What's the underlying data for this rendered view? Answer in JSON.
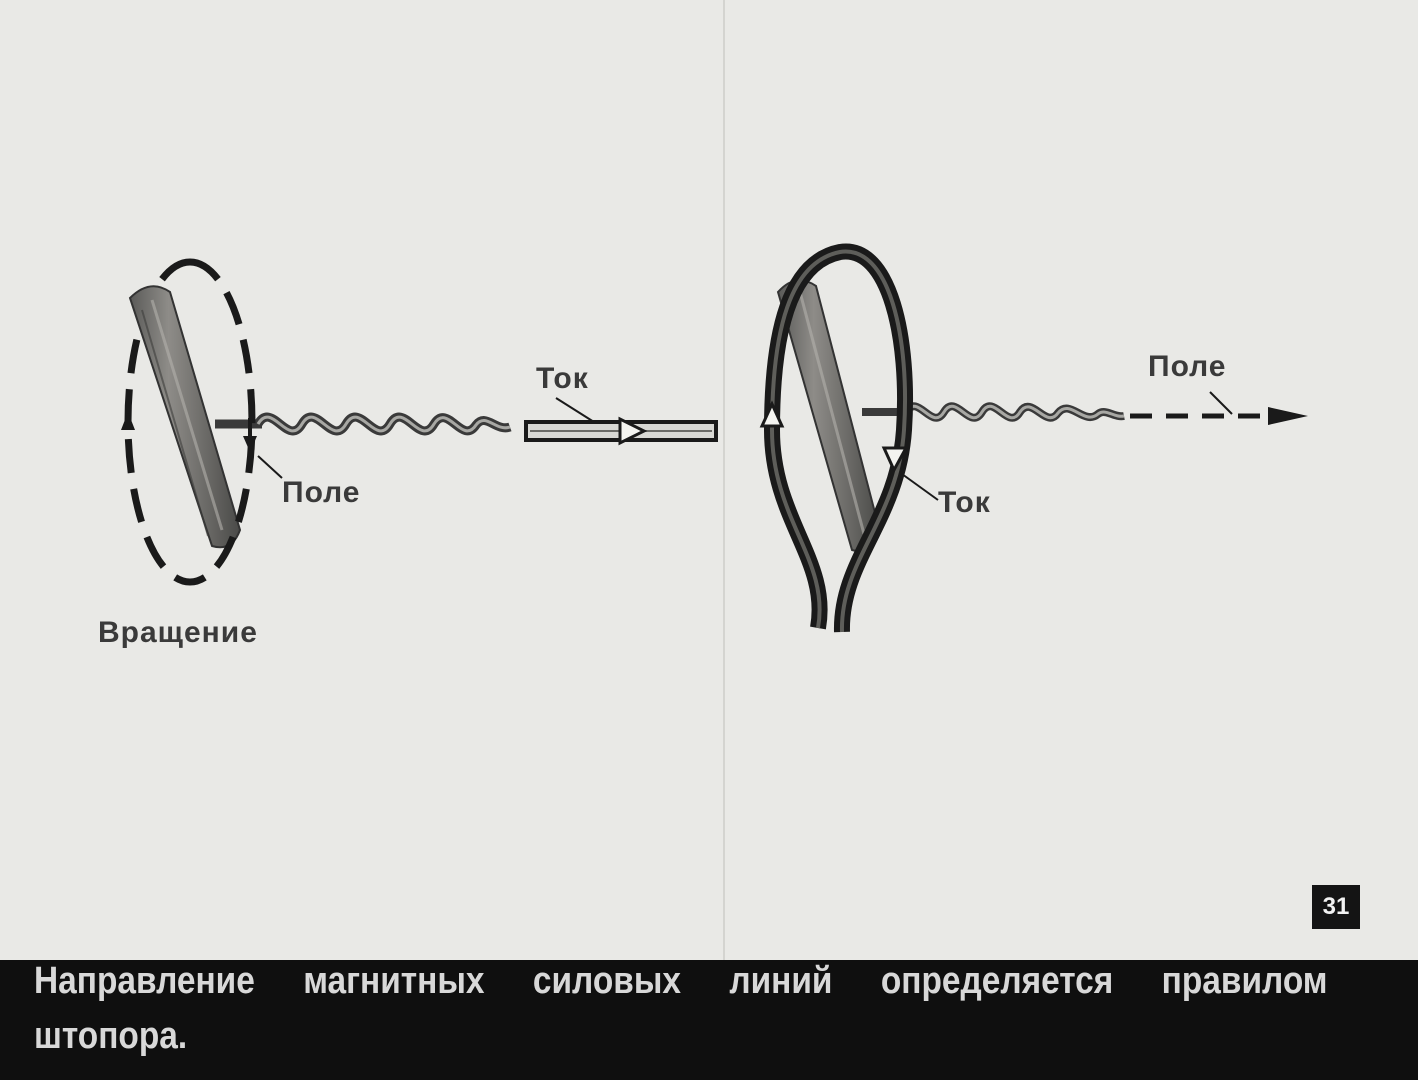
{
  "left_figure": {
    "rotation_label": "Вращение",
    "field_label": "Поле"
  },
  "middle": {
    "current_label": "Ток"
  },
  "right_figure": {
    "field_label": "Поле",
    "current_label": "Ток"
  },
  "slide_number": "31",
  "caption": {
    "line1_words": [
      "Направление",
      "магнитных",
      "силовых",
      "линий",
      "определяется",
      "правилом"
    ],
    "line2": "штопора."
  }
}
